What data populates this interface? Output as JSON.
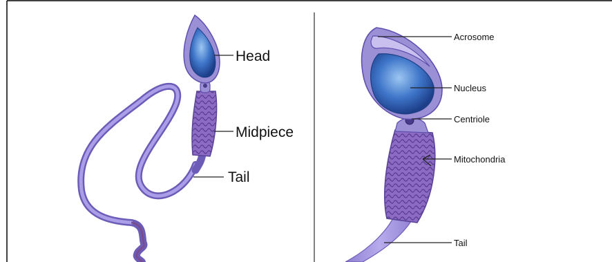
{
  "figure": {
    "left_panel": {
      "labels": {
        "head": "Head",
        "midpiece": "Midpiece",
        "tail": "Tail"
      }
    },
    "right_panel": {
      "labels": {
        "acrosome": "Acrosome",
        "nucleus": "Nucleus",
        "centriole": "Centriole",
        "mitochondria": "Mitochondria",
        "tail": "Tail"
      }
    },
    "colors": {
      "membrane": "#9b8fd6",
      "membrane_dark": "#5f4fae",
      "nucleus": "#2d5fb8",
      "nucleus_light": "#7fb0ea",
      "midpiece": "#7a5cb5",
      "tail": "#a89adf"
    }
  }
}
